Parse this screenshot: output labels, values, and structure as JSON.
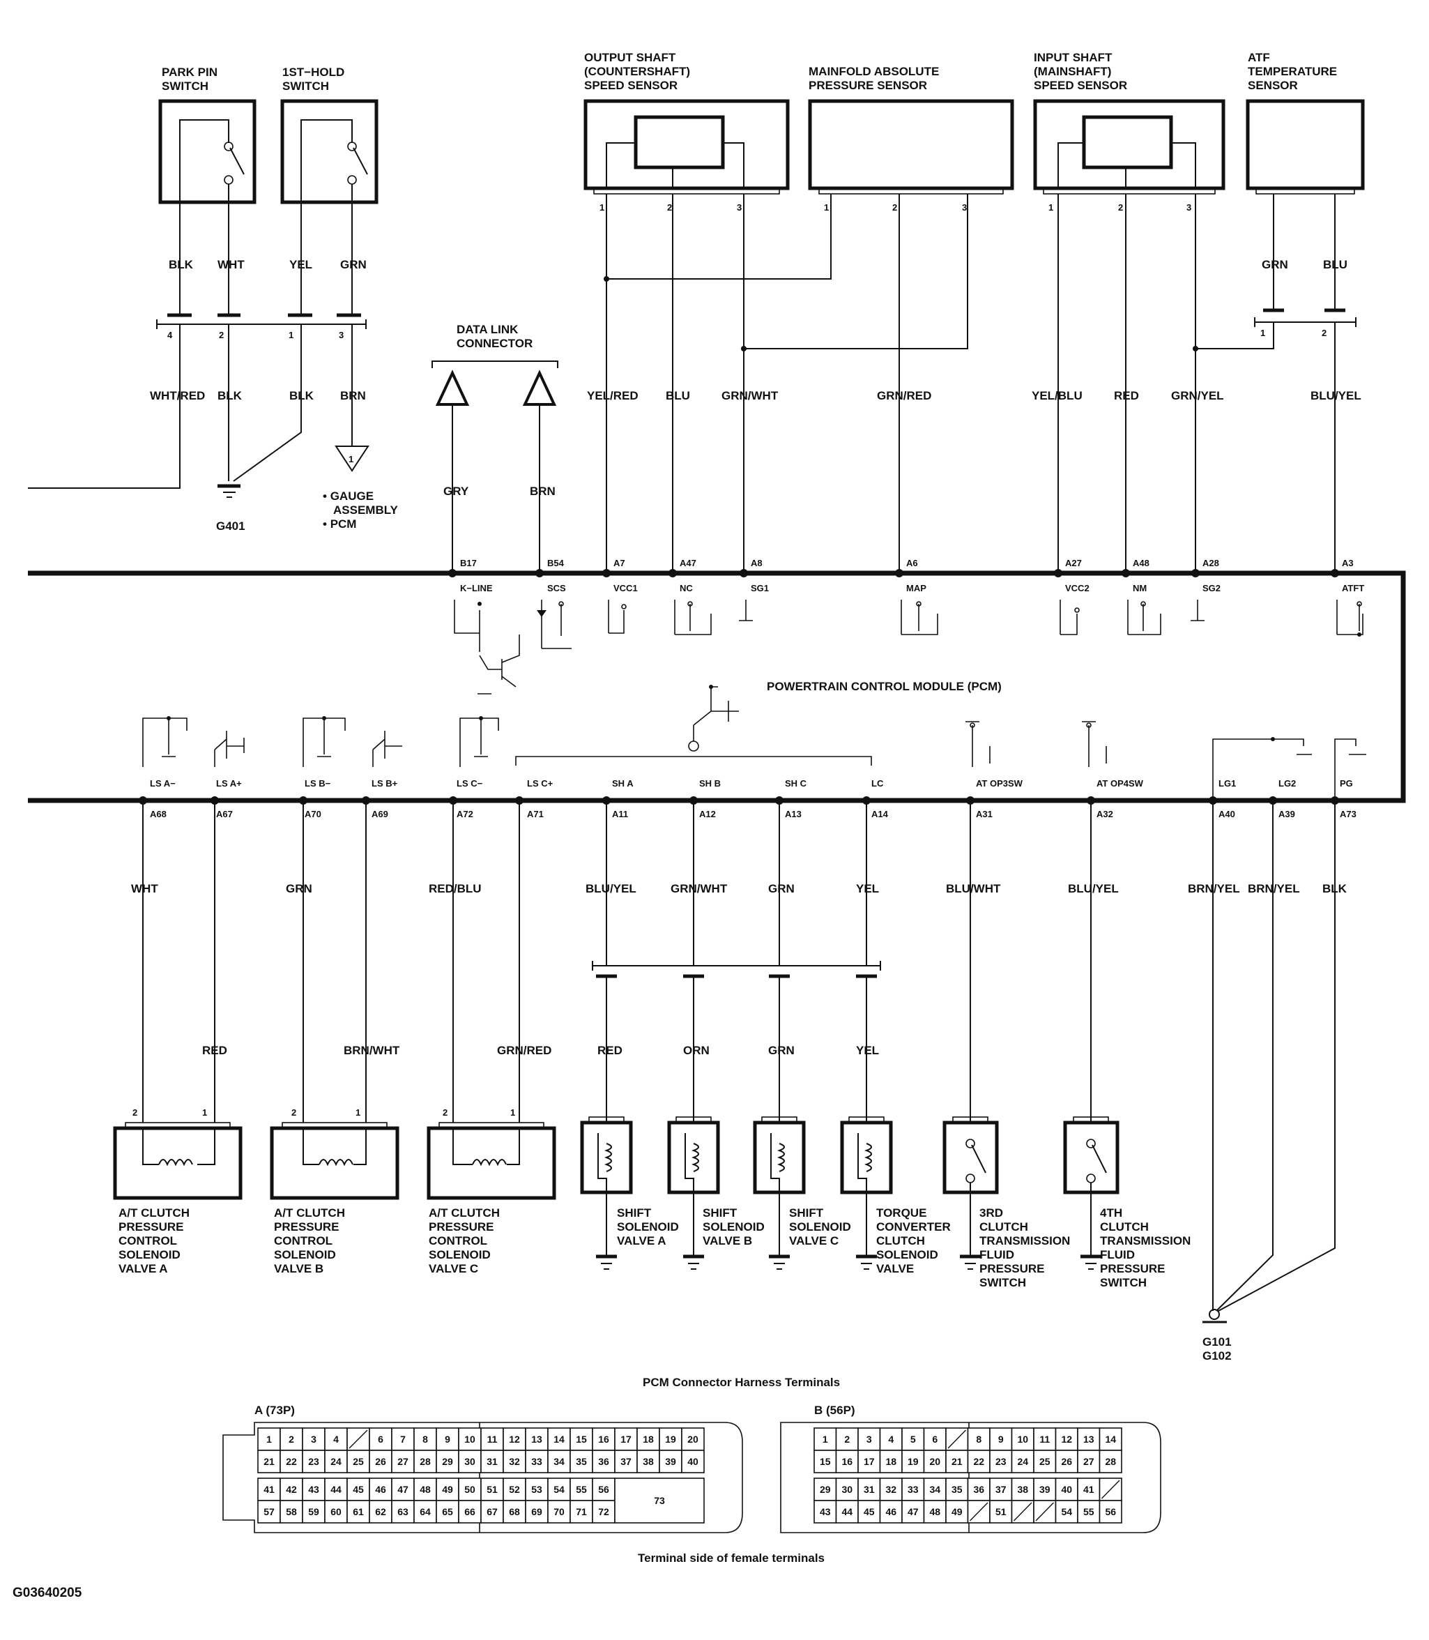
{
  "figure_id": "G03640205",
  "top_components": [
    {
      "id": "park_pin",
      "lines": [
        "PARK PIN",
        "SWITCH"
      ]
    },
    {
      "id": "hold",
      "lines": [
        "1ST−HOLD",
        "SWITCH"
      ]
    },
    {
      "id": "oss",
      "lines": [
        "OUTPUT SHAFT",
        "(COUNTERSHAFT)",
        "SPEED SENSOR"
      ]
    },
    {
      "id": "map",
      "lines": [
        "MAINFOLD ABSOLUTE",
        "PRESSURE SENSOR"
      ]
    },
    {
      "id": "iss",
      "lines": [
        "INPUT SHAFT",
        "(MAINSHAFT)",
        "SPEED SENSOR"
      ]
    },
    {
      "id": "atf",
      "lines": [
        "ATF",
        "TEMPERATURE",
        "SENSOR"
      ]
    }
  ],
  "dlc_label": [
    "DATA LINK",
    "CONNECTOR"
  ],
  "gauge_notes": [
    "GAUGE",
    "ASSEMBLY",
    "PCM"
  ],
  "gauge_ref": "1",
  "ground_g401": "G401",
  "ground_g101": [
    "G101",
    "G102"
  ],
  "pcm_label": "POWERTRAIN CONTROL MODULE (PCM)",
  "upper_wires": [
    {
      "id": "pp_blk",
      "color": "BLK"
    },
    {
      "id": "pp_wht",
      "color": "WHT"
    },
    {
      "id": "h_yel",
      "color": "YEL"
    },
    {
      "id": "h_grn",
      "color": "GRN"
    },
    {
      "id": "c_whtred",
      "color": "WHT/RED"
    },
    {
      "id": "c_blk1",
      "color": "BLK"
    },
    {
      "id": "c_blk2",
      "color": "BLK"
    },
    {
      "id": "c_brn",
      "color": "BRN"
    },
    {
      "id": "atf_grn",
      "color": "GRN"
    },
    {
      "id": "atf_blu",
      "color": "BLU"
    }
  ],
  "conn_pins_upper": [
    "4",
    "2",
    "1",
    "3"
  ],
  "atf_conn_pins": [
    "1",
    "2"
  ],
  "sensor_pins": [
    "1",
    "2",
    "3"
  ],
  "upper_pcm": [
    {
      "term": "B17",
      "sig": "K−LINE",
      "wire": "GRY"
    },
    {
      "term": "B54",
      "sig": "SCS",
      "wire": "BRN"
    },
    {
      "term": "A7",
      "sig": "VCC1",
      "wire": "YEL/RED"
    },
    {
      "term": "A47",
      "sig": "NC",
      "wire": "BLU"
    },
    {
      "term": "A8",
      "sig": "SG1",
      "wire": "GRN/WHT"
    },
    {
      "term": "A6",
      "sig": "MAP",
      "wire": "GRN/RED"
    },
    {
      "term": "A27",
      "sig": "VCC2",
      "wire": "YEL/BLU"
    },
    {
      "term": "A48",
      "sig": "NM",
      "wire": "RED"
    },
    {
      "term": "A28",
      "sig": "SG2",
      "wire": "GRN/YEL"
    },
    {
      "term": "A3",
      "sig": "ATFT",
      "wire": "BLU/YEL"
    }
  ],
  "lower_pcm": [
    {
      "term": "A68",
      "sig": "LS A−",
      "wire": "WHT"
    },
    {
      "term": "A67",
      "sig": "LS A+",
      "wire": "RED"
    },
    {
      "term": "A70",
      "sig": "LS B−",
      "wire": "GRN"
    },
    {
      "term": "A69",
      "sig": "LS B+",
      "wire": "BRN/WHT"
    },
    {
      "term": "A72",
      "sig": "LS C−",
      "wire": "RED/BLU"
    },
    {
      "term": "A71",
      "sig": "LS C+",
      "wire": "GRN/RED"
    },
    {
      "term": "A11",
      "sig": "SH A",
      "wire": "BLU/YEL",
      "wire2": "RED"
    },
    {
      "term": "A12",
      "sig": "SH B",
      "wire": "GRN/WHT",
      "wire2": "ORN"
    },
    {
      "term": "A13",
      "sig": "SH C",
      "wire": "GRN",
      "wire2": "GRN"
    },
    {
      "term": "A14",
      "sig": "LC",
      "wire": "YEL",
      "wire2": "YEL"
    },
    {
      "term": "A31",
      "sig": "AT OP3SW",
      "wire": "BLU/WHT"
    },
    {
      "term": "A32",
      "sig": "AT OP4SW",
      "wire": "BLU/YEL"
    },
    {
      "term": "A40",
      "sig": "LG1",
      "wire": "BRN/YEL"
    },
    {
      "term": "A39",
      "sig": "LG2",
      "wire": "BRN/YEL"
    },
    {
      "term": "A73",
      "sig": "PG",
      "wire": "BLK"
    }
  ],
  "bottom_components": [
    {
      "id": "lsa",
      "lines": [
        "A/T CLUTCH",
        "PRESSURE",
        "CONTROL",
        "SOLENOID",
        "VALVE A"
      ]
    },
    {
      "id": "lsb",
      "lines": [
        "A/T CLUTCH",
        "PRESSURE",
        "CONTROL",
        "SOLENOID",
        "VALVE B"
      ]
    },
    {
      "id": "lsc",
      "lines": [
        "A/T CLUTCH",
        "PRESSURE",
        "CONTROL",
        "SOLENOID",
        "VALVE C"
      ]
    },
    {
      "id": "sha",
      "lines": [
        "SHIFT",
        "SOLENOID",
        "VALVE A"
      ]
    },
    {
      "id": "shb",
      "lines": [
        "SHIFT",
        "SOLENOID",
        "VALVE B"
      ]
    },
    {
      "id": "shc",
      "lines": [
        "SHIFT",
        "SOLENOID",
        "VALVE C"
      ]
    },
    {
      "id": "tcc",
      "lines": [
        "TORQUE",
        "CONVERTER",
        "CLUTCH",
        "SOLENOID",
        "VALVE"
      ]
    },
    {
      "id": "op3",
      "lines": [
        "3RD",
        "CLUTCH",
        "TRANSMISSION",
        "FLUID",
        "PRESSURE",
        "SWITCH"
      ]
    },
    {
      "id": "op4",
      "lines": [
        "4TH",
        "CLUTCH",
        "TRANSMISSION",
        "FLUID",
        "PRESSURE",
        "SWITCH"
      ]
    }
  ],
  "solenoid_pins": [
    "2",
    "1"
  ],
  "connector_section": {
    "title": "PCM Connector Harness Terminals",
    "footer": "Terminal side of female terminals",
    "a_label": "A (73P)",
    "b_label": "B (56P)",
    "a_rows": [
      [
        "1",
        "2",
        "3",
        "4",
        "",
        "6",
        "7",
        "8",
        "9",
        "10",
        "11",
        "12",
        "13",
        "14",
        "15",
        "16",
        "17",
        "18",
        "19",
        "20"
      ],
      [
        "21",
        "22",
        "23",
        "24",
        "25",
        "26",
        "27",
        "28",
        "29",
        "30",
        "31",
        "32",
        "33",
        "34",
        "35",
        "36",
        "37",
        "38",
        "39",
        "40"
      ],
      [
        "41",
        "42",
        "43",
        "44",
        "45",
        "46",
        "47",
        "48",
        "49",
        "50",
        "51",
        "52",
        "53",
        "54",
        "55",
        "56"
      ],
      [
        "57",
        "58",
        "59",
        "60",
        "61",
        "62",
        "63",
        "64",
        "65",
        "66",
        "67",
        "68",
        "69",
        "70",
        "71",
        "72"
      ]
    ],
    "a_big": "73",
    "b_rows": [
      [
        "1",
        "2",
        "3",
        "4",
        "5",
        "6",
        "",
        "8",
        "9",
        "10",
        "11",
        "12",
        "13",
        "14"
      ],
      [
        "15",
        "16",
        "17",
        "18",
        "19",
        "20",
        "21",
        "22",
        "23",
        "24",
        "25",
        "26",
        "27",
        "28"
      ],
      [
        "29",
        "30",
        "31",
        "32",
        "33",
        "34",
        "35",
        "36",
        "37",
        "38",
        "39",
        "40",
        "41",
        ""
      ],
      [
        "43",
        "44",
        "45",
        "46",
        "47",
        "48",
        "49",
        "",
        "51",
        "",
        "",
        "54",
        "55",
        "56"
      ]
    ]
  }
}
